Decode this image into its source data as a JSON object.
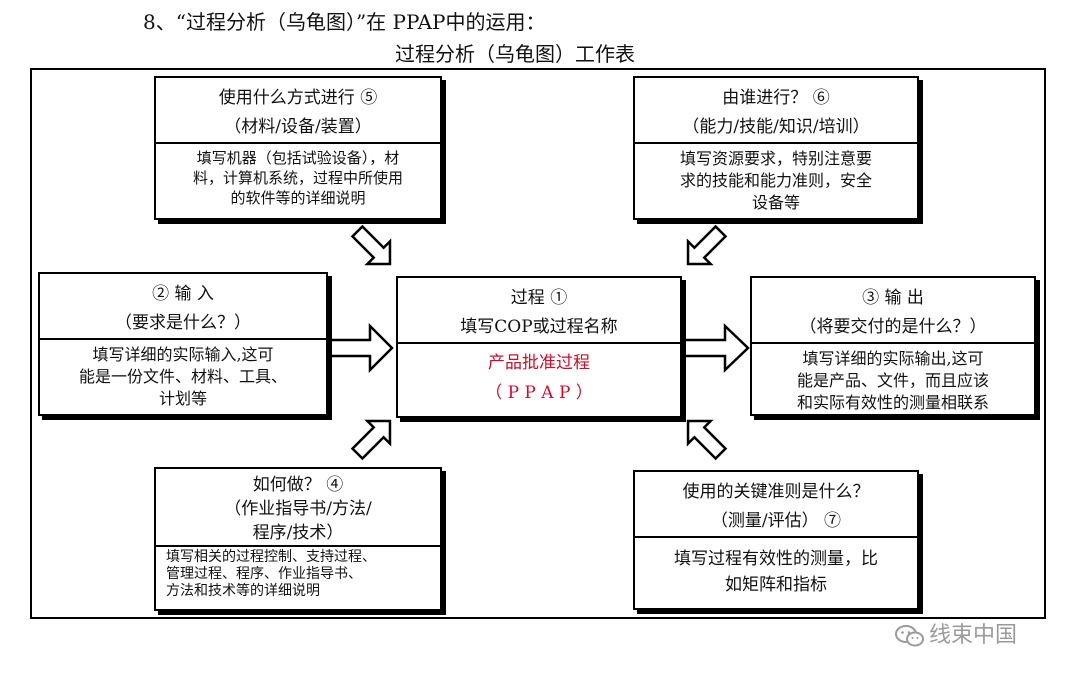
{
  "heading_1": "8、“过程分析（乌龟图）”在 PPAP中的运用：",
  "heading_2": "过程分析（乌龟图）工作表",
  "boxes": {
    "with_what": {
      "title": "使用什么方式进行 ⑤",
      "subtitle": "（材料/设备/装置）",
      "body": [
        "填写机器（包括试验设备），材",
        "料，计算机系统，过程中所使用",
        "的软件等的详细说明"
      ]
    },
    "with_whom": {
      "title": "由谁进行？ ⑥",
      "subtitle": "（能力/技能/知识/培训）",
      "body": [
        "填写资源要求，特别注意要",
        "求的技能和能力准则，安全",
        "设备等"
      ]
    },
    "input": {
      "title": "② 输 入",
      "subtitle": "（要求是什么？）",
      "body": [
        "填写详细的实际输入,这可",
        "能是一份文件、材料、工具、",
        "计划等"
      ]
    },
    "process": {
      "title": "过程 ①",
      "subtitle": "填写COP或过程名称",
      "line_red_1": "产品批准过程",
      "line_red_2": "（ P P A P ）"
    },
    "output": {
      "title": "③ 输 出",
      "subtitle": "（将要交付的是什么？）",
      "body": [
        "填写详细的实际输出,这可",
        "能是产品、文件，而且应该",
        "和实际有效性的测量相联系"
      ]
    },
    "how": {
      "title": "如何做？ ④",
      "subtitle_1": "（作业指导书/方法/",
      "subtitle_2": "程序/技术）",
      "body": [
        "填写相关的过程控制、支持过程、",
        "管理过程、程序、作业指导书、",
        "方法和技术等的详细说明"
      ]
    },
    "criteria": {
      "title": "使用的关键准则是什么？",
      "subtitle": "（测量/评估） ⑦",
      "body": [
        "填写过程有效性的测量，比",
        "如矩阵和指标"
      ]
    }
  },
  "watermark": "线束中国"
}
